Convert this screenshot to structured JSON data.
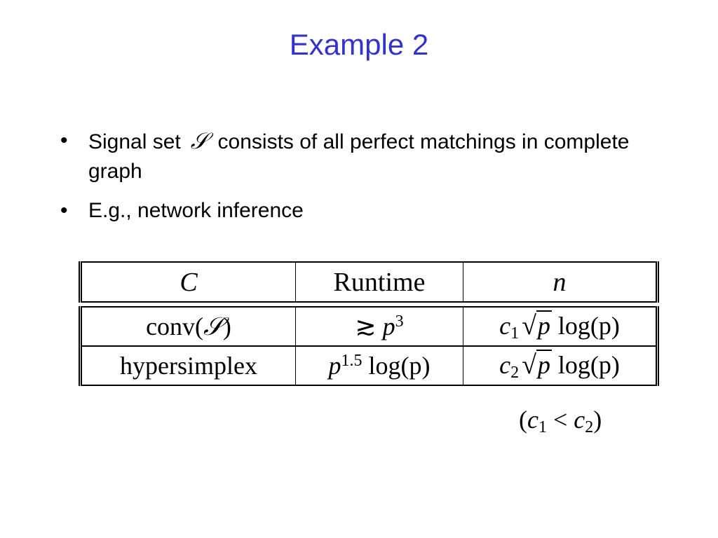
{
  "slide": {
    "title": "Example 2",
    "bullets": [
      {
        "text_before": "Signal set",
        "math_symbol": "𝒮",
        "text_after": "consists of all perfect matchings in complete graph"
      },
      {
        "text": "E.g., network inference"
      }
    ]
  },
  "table": {
    "headers": [
      "C",
      "Runtime",
      "n"
    ],
    "rows": [
      {
        "c": {
          "fn": "conv(",
          "sym": "𝒮",
          "close": ")"
        },
        "runtime": {
          "rel": "≳",
          "base": "p",
          "exp": "3"
        },
        "n": {
          "coef": "c",
          "sub": "1",
          "rad": "√",
          "var": "p",
          "tail": " log(p)"
        }
      },
      {
        "c": {
          "text": "hypersimplex"
        },
        "runtime": {
          "base": "p",
          "exp": "1.5",
          "tail": " log(p)"
        },
        "n": {
          "coef": "c",
          "sub": "2",
          "rad": "√",
          "var": "p",
          "tail": " log(p)"
        }
      }
    ]
  },
  "footnote": {
    "open": "(",
    "a": "c",
    "a_sub": "1",
    "rel": " < ",
    "b": "c",
    "b_sub": "2",
    "close": ")"
  }
}
